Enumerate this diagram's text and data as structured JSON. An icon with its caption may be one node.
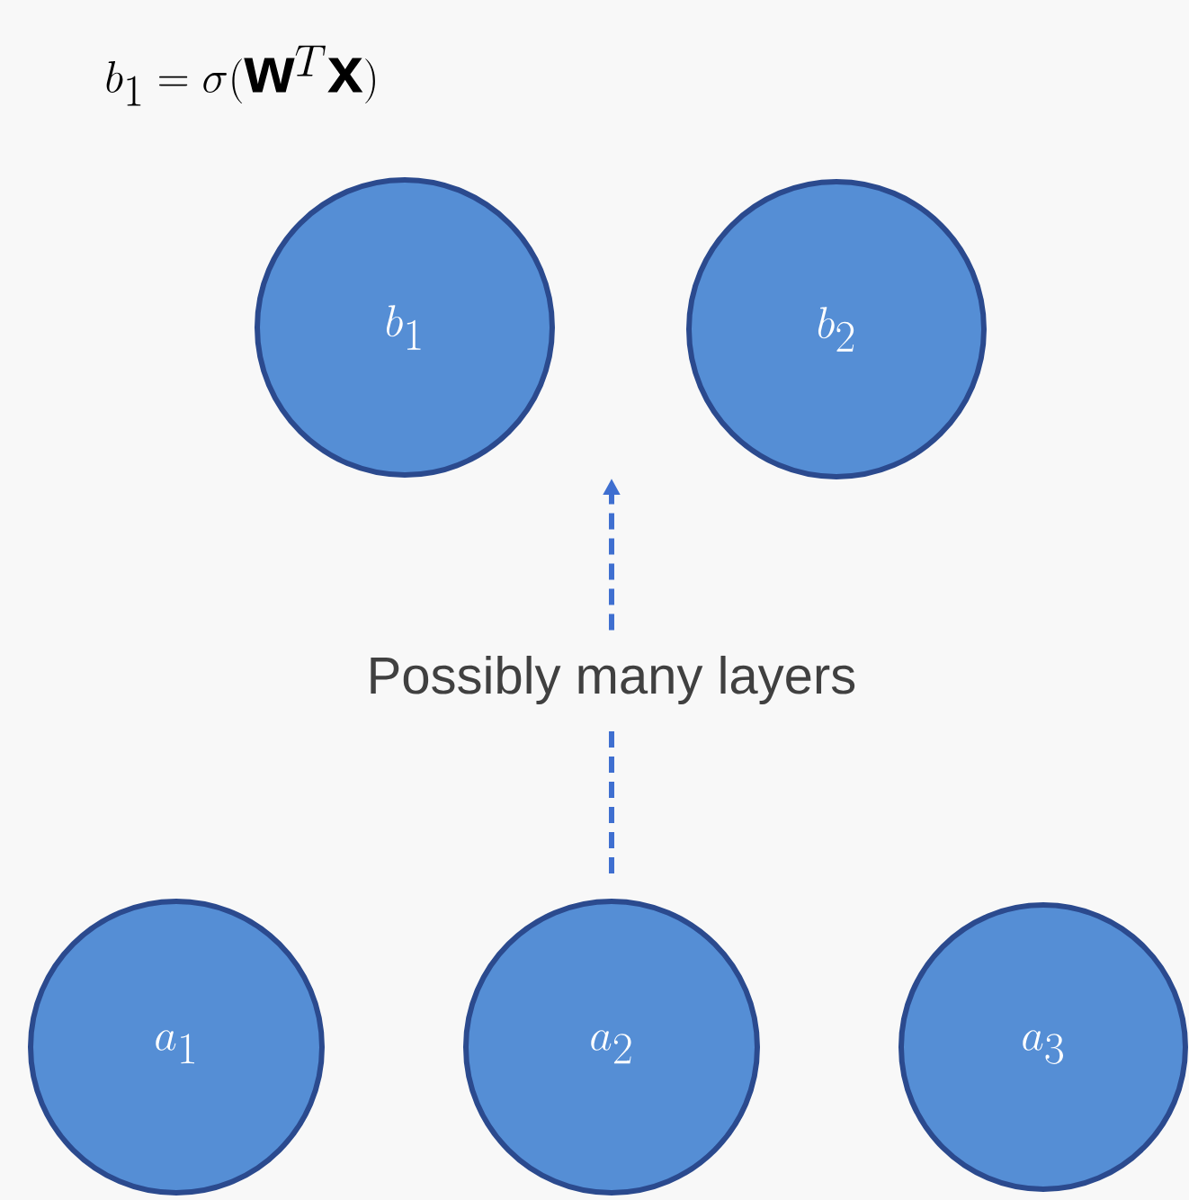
{
  "diagram": {
    "title": "b_1 = \\sigma(\\mathbf{w}^T\\mathbf{x})",
    "nodes": [
      {
        "text": [
          "b_1"
        ]
      },
      {
        "text": [
          "b_2"
        ]
      },
      {
        "text": [
          "a_1"
        ]
      },
      {
        "text": [
          "a_2"
        ]
      },
      {
        "text": [
          "a_3"
        ]
      },
      {
        "text": [
          "Possibly many layers"
        ]
      }
    ],
    "edges": [
      {
        "from": 3,
        "to": 5,
        "arrow": "none",
        "style": "dashed"
      },
      {
        "from": 5,
        "to": null,
        "arrow": "to",
        "style": "dashed"
      }
    ]
  }
}
